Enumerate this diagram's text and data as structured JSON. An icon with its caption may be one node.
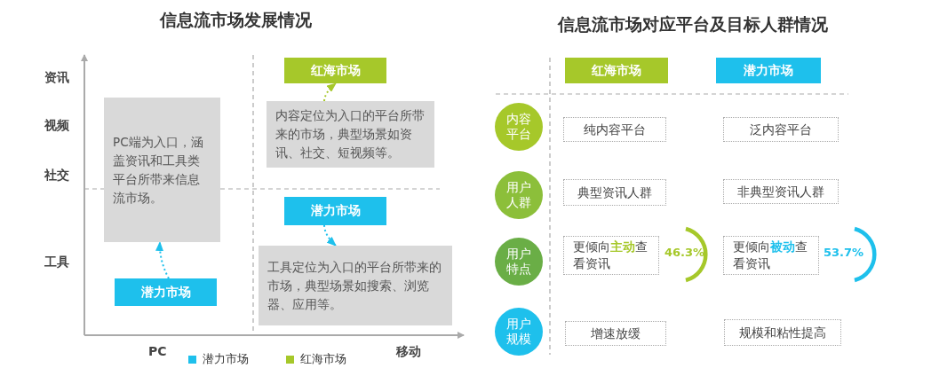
{
  "diagram": {
    "title": "信息流市场发展情况",
    "nodes": [
      {
        "text": [
          "PC端为入口，涵盖资讯和工具类平台所带来信息流市场。"
        ]
      },
      {
        "text": [
          "潜力市场"
        ]
      },
      {
        "text": [
          "红海市场"
        ]
      },
      {
        "text": [
          "内容定位为入口的平台所带来的市场，典型场景如资讯、社交、短视频等。"
        ]
      },
      {
        "text": [
          "潜力市场"
        ]
      },
      {
        "text": [
          "工具定位为入口的平台所带来的市场，典型场景如搜索、浏览器、应用等。"
        ]
      },
      {
        "text": [
          "红海市场"
        ]
      },
      {
        "text": [
          "潜力市场"
        ]
      },
      {
        "text": [
          "内容平台"
        ]
      },
      {
        "text": [
          "用户人群"
        ]
      },
      {
        "text": [
          "用户特点"
        ]
      },
      {
        "text": [
          "用户规模"
        ]
      },
      {
        "text": [
          "纯内容平台"
        ]
      },
      {
        "text": [
          "泛内容平台"
        ]
      },
      {
        "text": [
          "典型资讯人群"
        ]
      },
      {
        "text": [
          "非典型资讯人群"
        ]
      },
      {
        "text": [
          "更倾向**主动**查看资讯"
        ],
        "beside": [
          "46.3%"
        ]
      },
      {
        "text": [
          "更倾向**被动**查看资讯"
        ],
        "beside": [
          "53.7%"
        ]
      },
      {
        "text": [
          "增速放缓"
        ]
      },
      {
        "text": [
          "规模和粘性提高"
        ]
      }
    ],
    "edges": [
      {
        "from": 1,
        "to": 0,
        "arrow": "to",
        "style": "dashed"
      },
      {
        "from": 3,
        "to": 2,
        "arrow": "to",
        "style": "dashed",
        "color": "#a6c82a"
      },
      {
        "from": 4,
        "to": 5,
        "arrow": "to",
        "style": "dashed"
      }
    ],
    "labels": [
      "信息流市场对应平台及目标人群情况",
      "资讯",
      "视频",
      "社交",
      "工具",
      "PC",
      "移动"
    ],
    "legend": [
      {
        "text": "潜力市场",
        "color": "#1ec0ec"
      },
      {
        "text": "红海市场",
        "color": "#a6c82a"
      }
    ]
  }
}
